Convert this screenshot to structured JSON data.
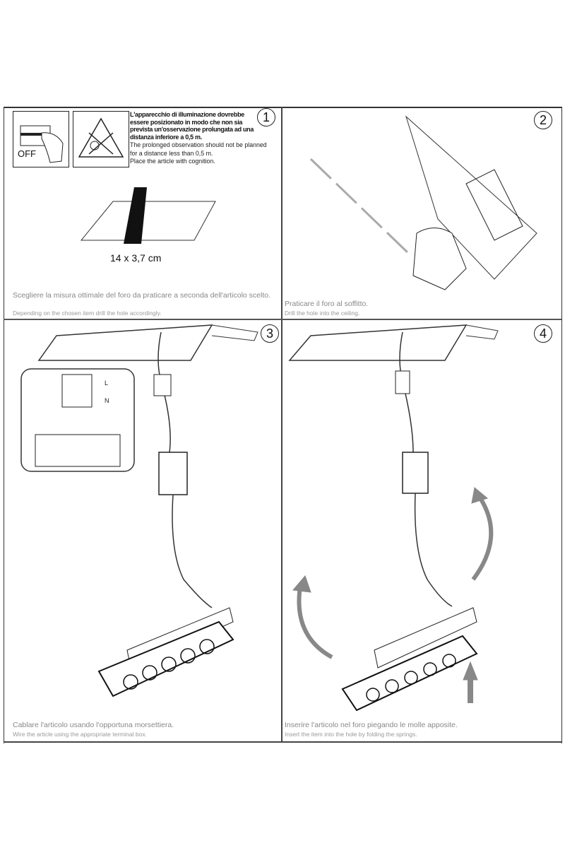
{
  "steps": [
    {
      "number": "1",
      "warning_it": "L'apparecchio di illuminazione dovrebbe essere posizionato in modo che non sia prevista un'osservazione prolungata ad una distanza inferiore a 0,5 m.",
      "warning_en_1": "The prolonged observation should not be planned for a distance less than 0,5 m.",
      "warning_en_2": "Place the article with cognition.",
      "off_label": "OFF",
      "dimension": "14 x 3,7 cm",
      "caption_it": "Scegliere la misura ottimale del foro da praticare a seconda dell'articolo scelto.",
      "caption_en": "Depending on the chosen item drill the hole accordingly."
    },
    {
      "number": "2",
      "caption_it": "Praticare il foro al soffitto.",
      "caption_en": "Drill the hole into the ceiling."
    },
    {
      "number": "3",
      "terminal_labels": [
        "L",
        "N"
      ],
      "caption_it": "Cablare l'articolo usando l'opportuna morsettiera.",
      "caption_en": "Wire the article using the appropriate terminal box."
    },
    {
      "number": "4",
      "caption_it": "Inserire l'articolo nel foro piegando le molle apposite.",
      "caption_en": "Insert the item into the hole by folding the springs."
    }
  ]
}
